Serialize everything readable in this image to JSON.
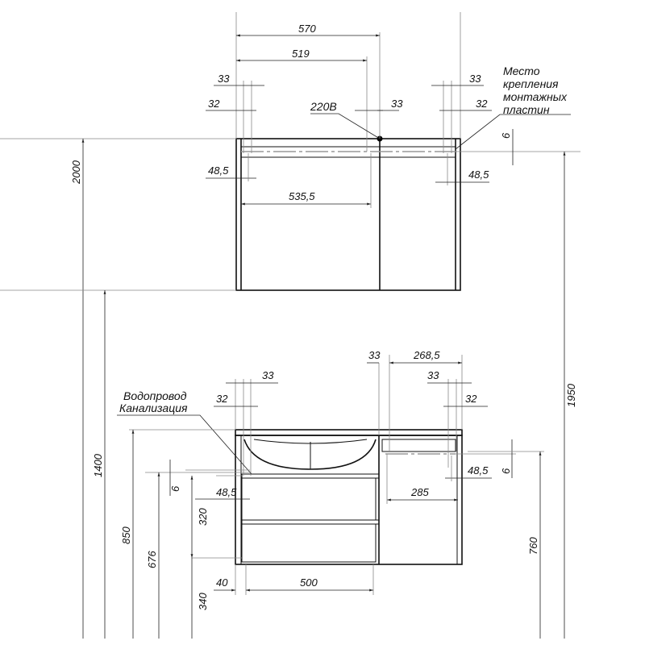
{
  "wall_cabinet": {
    "dims": {
      "width_570": "570",
      "width_519": "519",
      "left_33": "33",
      "left_32": "32",
      "center_33": "33",
      "right_33": "33",
      "right_32": "32",
      "left_48_5": "48,5",
      "right_48_5": "48,5",
      "width_535_5": "535,5",
      "offset_6": "6"
    },
    "socket_label": "220В",
    "mount_label": [
      "Место",
      "крепления",
      "монтажных",
      "пластин"
    ]
  },
  "heights": {
    "h_2000": "2000",
    "h_1950": "1950",
    "h_1400": "1400"
  },
  "vanity": {
    "dims": {
      "top_33": "33",
      "top_268_5": "268,5",
      "left_33": "33",
      "left_32": "32",
      "right_33": "33",
      "right_32": "32",
      "left_6": "6",
      "left_48_5": "48,5",
      "h_320": "320",
      "w_285": "285",
      "right_48_5": "48,5",
      "right_6": "6",
      "h_850": "850",
      "h_676": "676",
      "h_340": "340",
      "w_40": "40",
      "w_500": "500",
      "h_760": "760"
    },
    "plumbing_label": [
      "Водопровод",
      "Канализация"
    ]
  }
}
